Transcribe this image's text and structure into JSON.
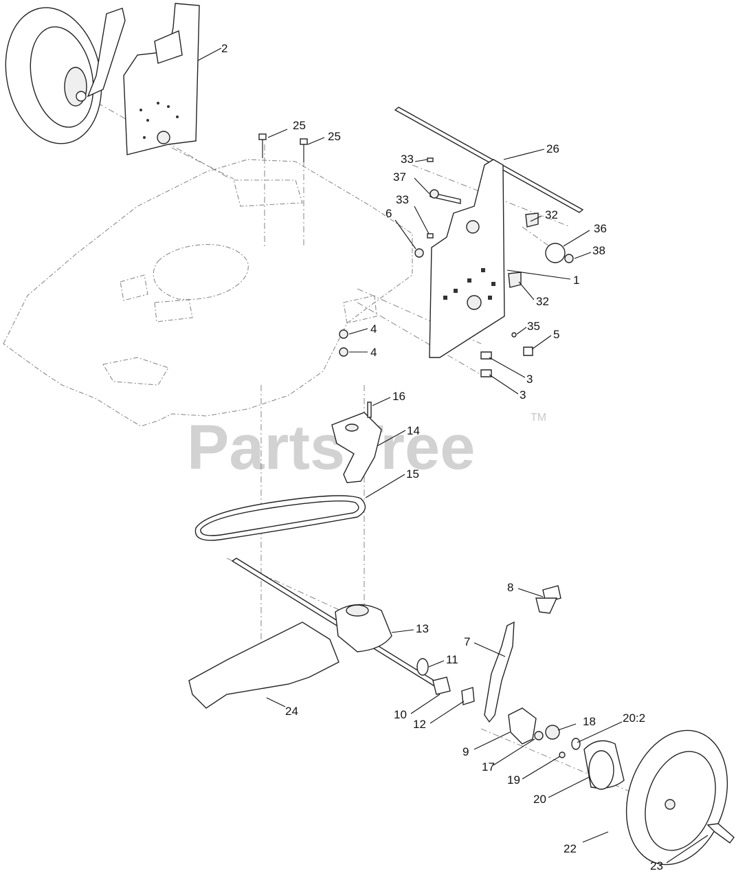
{
  "watermark": {
    "brand": "PartsTree",
    "trademark": "TM"
  },
  "callouts": [
    {
      "id": "2",
      "label": "2"
    },
    {
      "id": "25a",
      "label": "25"
    },
    {
      "id": "25b",
      "label": "25"
    },
    {
      "id": "26",
      "label": "26"
    },
    {
      "id": "33a",
      "label": "33"
    },
    {
      "id": "37",
      "label": "37"
    },
    {
      "id": "33b",
      "label": "33"
    },
    {
      "id": "6",
      "label": "6"
    },
    {
      "id": "32a",
      "label": "32"
    },
    {
      "id": "36",
      "label": "36"
    },
    {
      "id": "38",
      "label": "38"
    },
    {
      "id": "1",
      "label": "1"
    },
    {
      "id": "32b",
      "label": "32"
    },
    {
      "id": "4a",
      "label": "4"
    },
    {
      "id": "4b",
      "label": "4"
    },
    {
      "id": "35",
      "label": "35"
    },
    {
      "id": "5",
      "label": "5"
    },
    {
      "id": "3a",
      "label": "3"
    },
    {
      "id": "3b",
      "label": "3"
    },
    {
      "id": "16",
      "label": "16"
    },
    {
      "id": "14",
      "label": "14"
    },
    {
      "id": "15",
      "label": "15"
    },
    {
      "id": "8",
      "label": "8"
    },
    {
      "id": "13",
      "label": "13"
    },
    {
      "id": "7",
      "label": "7"
    },
    {
      "id": "11",
      "label": "11"
    },
    {
      "id": "24",
      "label": "24"
    },
    {
      "id": "10",
      "label": "10"
    },
    {
      "id": "12",
      "label": "12"
    },
    {
      "id": "18",
      "label": "18"
    },
    {
      "id": "20_2",
      "label": "20:2"
    },
    {
      "id": "9",
      "label": "9"
    },
    {
      "id": "17",
      "label": "17"
    },
    {
      "id": "19",
      "label": "19"
    },
    {
      "id": "20",
      "label": "20"
    },
    {
      "id": "22",
      "label": "22"
    },
    {
      "id": "23",
      "label": "23"
    }
  ]
}
